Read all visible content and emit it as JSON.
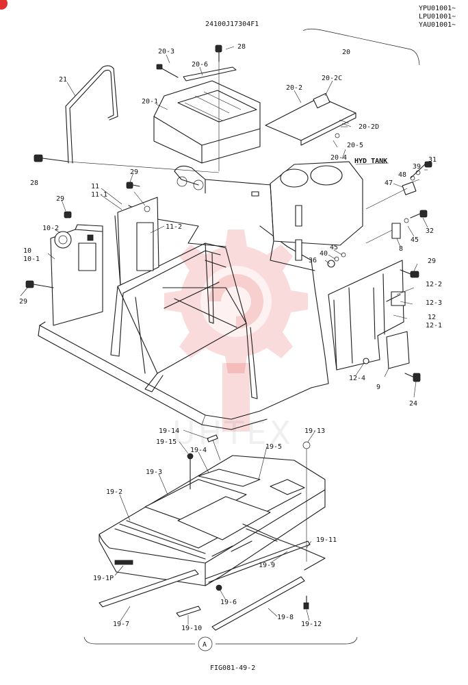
{
  "header": {
    "drawing_number": "24100J17304F1",
    "serials": [
      "YPU01001~",
      "LPU01001~",
      "YAU01001~"
    ]
  },
  "footer": {
    "figure_code": "FIG081-49-2"
  },
  "group_marker": "A",
  "tank_label": "HYD TANK",
  "watermark": {
    "text": "UHTEX",
    "color": "#e02020"
  },
  "callouts": {
    "c20": "20",
    "c20_1": "20-1",
    "c20_2": "20-2",
    "c20_2C": "20-2C",
    "c20_2D": "20-2D",
    "c20_3": "20-3",
    "c20_4": "20-4",
    "c20_5": "20-5",
    "c20_6": "20-6",
    "c21": "21",
    "c28a": "28",
    "c28b": "28",
    "c29a": "29",
    "c29b": "29",
    "c29c": "29",
    "c29d": "29",
    "c10": "10",
    "c10_1": "10-1",
    "c10_2": "10-2",
    "c11": "11",
    "c11_1": "11-1",
    "c11_2": "11-2",
    "c31": "31",
    "c39": "39",
    "c48": "48",
    "c47": "47",
    "c32": "32",
    "c45a": "45",
    "c45b": "45",
    "c8": "8",
    "c40": "40",
    "c36": "36",
    "c12_2": "12-2",
    "c12_3": "12-3",
    "c12": "12",
    "c12_1": "12-1",
    "c12_4": "12-4",
    "c9": "9",
    "c24": "24",
    "c19_14": "19-14",
    "c19_15": "19-15",
    "c19_4": "19-4",
    "c19_5": "19-5",
    "c19_13": "19-13",
    "c19_3": "19-3",
    "c19_2": "19-2",
    "c19_11": "19-11",
    "c19_9": "19-9",
    "c19_1P": "19-1P",
    "c19_6": "19-6",
    "c19_7": "19-7",
    "c19_10": "19-10",
    "c19_8": "19-8",
    "c19_12": "19-12"
  }
}
